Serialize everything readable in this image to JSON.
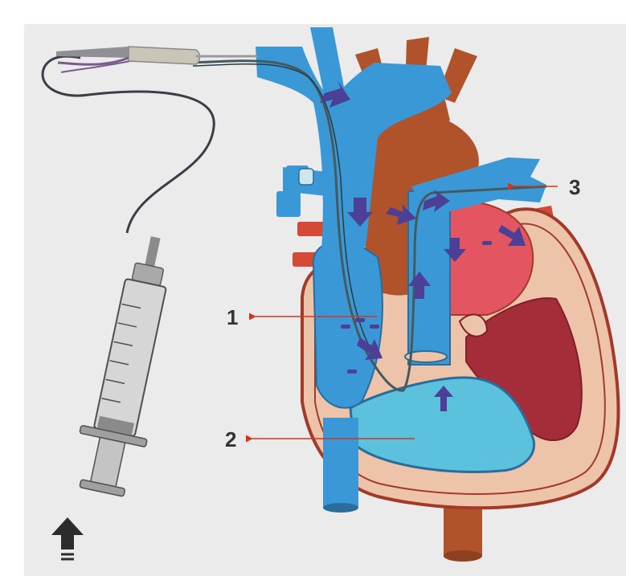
{
  "diagram": {
    "colors": {
      "background": "#ebebeb",
      "venous_blue": "#3b98d6",
      "vein_outline": "#2a6d9a",
      "right_ventricle": "#5cc1dc",
      "aorta_brown": "#b0532a",
      "pulmonary_red": "#d54a36",
      "left_atrium": "#e45562",
      "left_ventricle": "#a52c39",
      "pericardium": "#edc4aa",
      "heart_outline": "#a23a2a",
      "flow_arrow": "#4c3f96",
      "pointer_arrow": "#d5341c",
      "catheter": "#3d3d48",
      "syringe_body": "#c9c9c9"
    },
    "callouts": [
      {
        "id": "1",
        "label": "1"
      },
      {
        "id": "2",
        "label": "2"
      },
      {
        "id": "3",
        "label": "3"
      }
    ],
    "icons": {
      "injection_direction": "up-arrow-icon",
      "syringe": "syringe-icon"
    }
  }
}
